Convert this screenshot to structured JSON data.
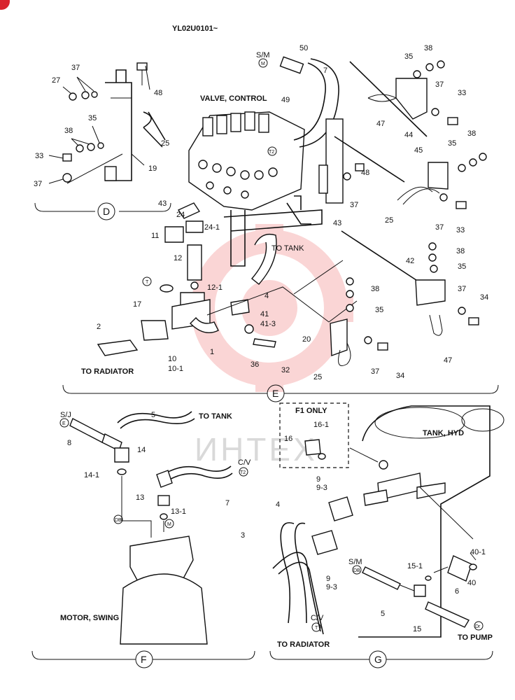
{
  "header": {
    "code": "YL02U0101~"
  },
  "watermark": {
    "text": "ИНТЕХ",
    "color": "#f4a3a3"
  },
  "sections": {
    "d": "D",
    "e": "E",
    "f": "F",
    "g": "G"
  },
  "captions": {
    "valve_control": "VALVE, CONTROL",
    "to_tank_1": "TO TANK",
    "to_radiator_1": "TO RADIATOR",
    "to_tank_2": "TO TANK",
    "f1_only": "F1  ONLY",
    "tank_hyd": "TANK, HYD",
    "motor_swing": "MOTOR, SWING",
    "to_radiator_2": "TO RADIATOR",
    "to_pump": "TO PUMP",
    "sm_1": "S/M",
    "sj": "S/J",
    "cv_1": "C/V",
    "sm_2": "S/M",
    "cv_2": "C/V"
  },
  "markers": {
    "m1": "M",
    "t2a": "T2",
    "t1": "T",
    "e1": "E",
    "t2b": "T2",
    "db1": "DB",
    "m2": "M",
    "db2": "DB",
    "dr": "Dr",
    "t3": "T"
  },
  "labels": {
    "d27": "27",
    "d37a": "37",
    "d48": "48",
    "d38": "38",
    "d35": "35",
    "d25": "25",
    "d33": "33",
    "d19": "19",
    "d37b": "37",
    "c50": "50",
    "c7": "7",
    "c49": "49",
    "r35a": "35",
    "r38a": "38",
    "r37a": "37",
    "r33a": "33",
    "r47a": "47",
    "r44": "44",
    "r38b": "38",
    "r35b": "35",
    "r45": "45",
    "r25": "25",
    "r37b": "37",
    "r33b": "33",
    "m48": "48",
    "m37": "37",
    "m43b": "43",
    "v43": "43",
    "v24": "24",
    "v24_1": "24-1",
    "v11": "11",
    "v12": "12",
    "v12_1": "12-1",
    "v17": "17",
    "v4": "4",
    "v41": "41",
    "v41_3": "41-3",
    "v2": "2",
    "v1": "1",
    "v10": "10",
    "v10_1": "10-1",
    "v36": "36",
    "v32": "32",
    "b38": "38",
    "b35": "35",
    "b20": "20",
    "b37": "37",
    "b34": "34",
    "b25": "25",
    "s38": "38",
    "s35": "35",
    "s42": "42",
    "s37": "37",
    "s34": "34",
    "s47": "47",
    "f5": "5",
    "f8": "8",
    "f14": "14",
    "f14_1": "14-1",
    "f13": "13",
    "f13_1": "13-1",
    "f7": "7",
    "g16": "16",
    "g16_1": "16-1",
    "g9a": "9",
    "g9_3a": "9-3",
    "g4": "4",
    "g3": "3",
    "g9b": "9",
    "g9_3b": "9-3",
    "g40_1": "40-1",
    "g15_1": "15-1",
    "g40": "40",
    "g5": "5",
    "g6": "6",
    "g15": "15"
  }
}
